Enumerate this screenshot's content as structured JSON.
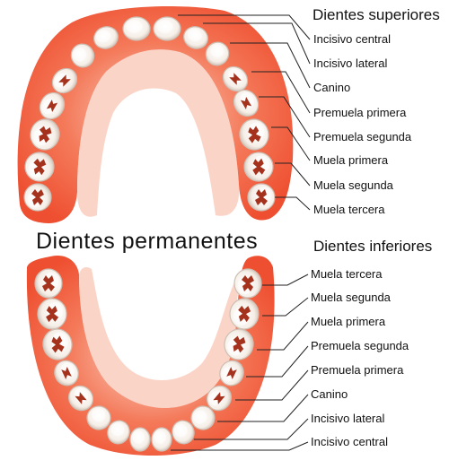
{
  "diagram": {
    "title": "Dientes permanentes",
    "upper": {
      "heading": "Dientes superiores",
      "labels": [
        "Incisivo central",
        "Incisivo lateral",
        "Canino",
        "Premuela primera",
        "Premuela segunda",
        "Muela primera",
        "Muela segunda",
        "Muela tercera"
      ]
    },
    "lower": {
      "heading": "Dientes inferiores",
      "labels": [
        "Muela tercera",
        "Muela segunda",
        "Muela primera",
        "Premuela segunda",
        "Premuela primera",
        "Canino",
        "Incisivo lateral",
        "Incisivo central"
      ]
    },
    "colors": {
      "gum": "#f05a3c",
      "gum_light": "#f8b09a",
      "tooth": "#fbf7f2",
      "tooth_shade": "#cdbfb4",
      "fissure": "#a5321c",
      "line": "#222222"
    }
  }
}
